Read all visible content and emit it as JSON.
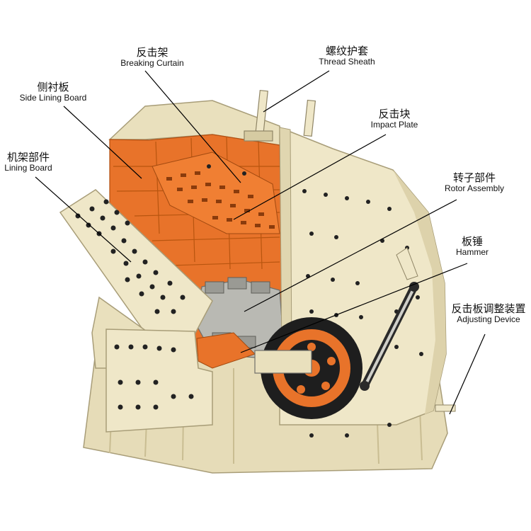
{
  "colors": {
    "body": "#efe7c8",
    "body_shadow": "#d6cba2",
    "body_edge": "#a89d78",
    "orange": "#e8732a",
    "orange_dark": "#c95a17",
    "rotor": "#b9b9b3",
    "rotor_dark": "#8e8e88",
    "wheel_black": "#1e1e1e",
    "bolt": "#222222",
    "leader": "#000000"
  },
  "labels": [
    {
      "id": "breaking-curtain",
      "zh": "反击架",
      "en": "Breaking Curtain"
    },
    {
      "id": "thread-sheath",
      "zh": "螺纹护套",
      "en": "Thread Sheath"
    },
    {
      "id": "side-lining-board",
      "zh": "侧衬板",
      "en": "Side Lining Board"
    },
    {
      "id": "impact-plate",
      "zh": "反击块",
      "en": "Impact Plate"
    },
    {
      "id": "lining-board",
      "zh": "机架部件",
      "en": "Lining Board"
    },
    {
      "id": "rotor-assembly",
      "zh": "转子部件",
      "en": "Rotor Assembly"
    },
    {
      "id": "hammer",
      "zh": "板锤",
      "en": "Hammer"
    },
    {
      "id": "adjusting-device",
      "zh": "反击板调整装置",
      "en": "Adjusting Device"
    }
  ]
}
